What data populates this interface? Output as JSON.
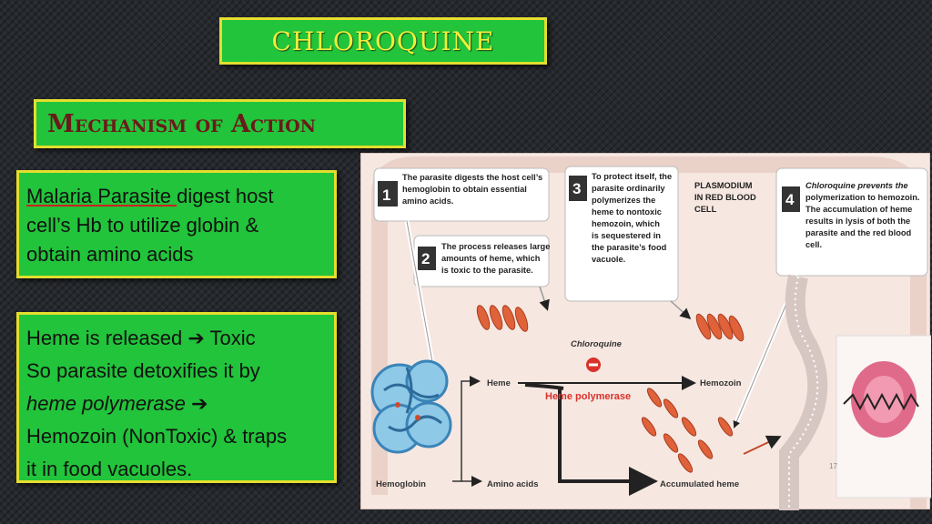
{
  "title": "CHLOROQUINE",
  "subtitle": "Mechanism of Action",
  "box1": {
    "underlined": "Malaria Parasite ",
    "rest1": "digest host",
    "line2": "cell’s Hb to utilize globin &",
    "line3": "obtain amino acids"
  },
  "box2": {
    "line1": "Heme is released",
    "line1b": "Toxic",
    "line2": "So parasite detoxifies it by",
    "line3_italic": "heme polymerase",
    "line4": "Hemozoin (NonToxic) & traps",
    "line5": "it in food vacuoles."
  },
  "diagram": {
    "step1": {
      "num": "1",
      "lines": [
        "The parasite digests the host cell’s",
        "hemoglobin to obtain essential",
        "amino acids."
      ]
    },
    "step2": {
      "num": "2",
      "lines": [
        "The process releases large",
        "amounts of heme, which",
        "is toxic to the parasite."
      ]
    },
    "step3": {
      "num": "3",
      "lines": [
        "To protect itself, the",
        "parasite ordinarily",
        "polymerizes the",
        "heme to nontoxic",
        "hemozoin, which",
        "is sequestered in",
        "the parasite’s food",
        "vacuole."
      ]
    },
    "step4": {
      "num": "4",
      "lines": [
        "Chloroquine prevents the",
        "polymerization to hemozoin.",
        "The accumulation of heme",
        "results in lysis of both the",
        "parasite and the red blood",
        "cell."
      ]
    },
    "plasmodium_lines": [
      "PLASMODIUM",
      "IN RED BLOOD",
      "CELL"
    ],
    "heme": "Heme",
    "hemoglobin": "Hemoglobin",
    "amino_acids": "Amino acids",
    "chloroquine": "Chloroquine",
    "heme_polymerase": "Heme polymerase",
    "hemozoin": "Hemozoin",
    "accumulated_heme": "Accumulated heme",
    "page_number": "17"
  },
  "colors": {
    "box_green": "#21c43a",
    "box_border": "#e4de2e",
    "title_text": "#f2ee3a",
    "subtitle_text": "#6b1a1a"
  }
}
